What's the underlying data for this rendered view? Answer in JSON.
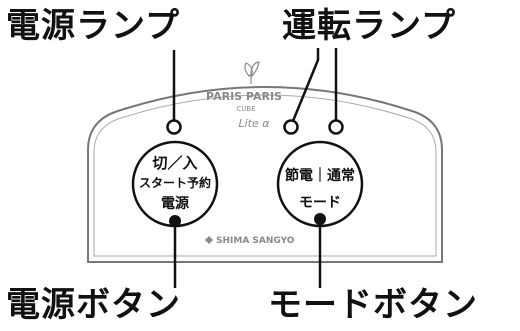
{
  "callouts": {
    "power_lamp": "電源ランプ",
    "run_lamp": "運転ランプ",
    "power_button": "電源ボタン",
    "mode_button": "モードボタン"
  },
  "panel": {
    "logo": {
      "line1": "PARIS PARIS",
      "line2": "CUBE",
      "line3": "Lite α"
    },
    "maker": "SHIMA SANGYO",
    "power_button": {
      "line1": "切／入",
      "line2": "スタート予約",
      "line3": "電源"
    },
    "mode_button": {
      "line1": "節電｜通常",
      "line2": "モード"
    }
  },
  "colors": {
    "outline": "#111111",
    "panel_border": "#777777",
    "brand_gray": "#8a8a8a"
  },
  "icons": [
    "leaf-logo-icon",
    "shima-logo-icon"
  ]
}
